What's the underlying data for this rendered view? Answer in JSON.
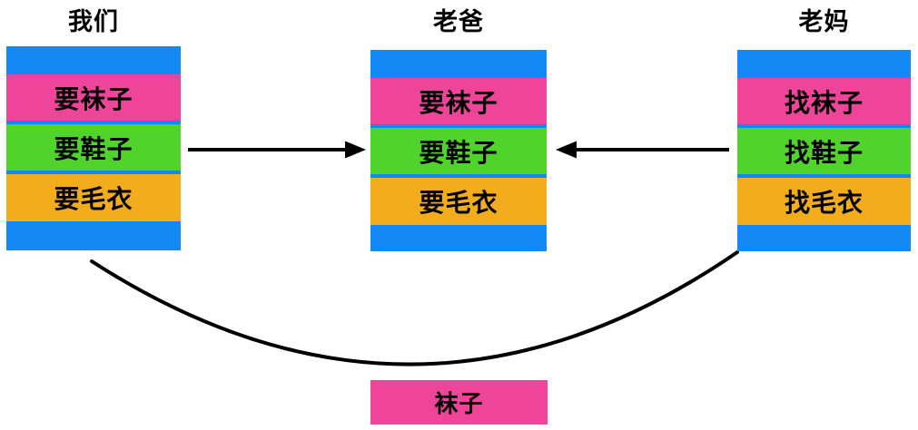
{
  "diagram": {
    "stacks": [
      {
        "id": "we",
        "title": "我们",
        "rows": [
          {
            "label": "要袜子",
            "color": "#EE4499"
          },
          {
            "label": "要鞋子",
            "color": "#50D32B"
          },
          {
            "label": "要毛衣",
            "color": "#F2AC1C"
          }
        ]
      },
      {
        "id": "dad",
        "title": "老爸",
        "rows": [
          {
            "label": "要袜子",
            "color": "#EE4499"
          },
          {
            "label": "要鞋子",
            "color": "#50D32B"
          },
          {
            "label": "要毛衣",
            "color": "#F2AC1C"
          }
        ]
      },
      {
        "id": "mom",
        "title": "老妈",
        "rows": [
          {
            "label": "找袜子",
            "color": "#EE4499"
          },
          {
            "label": "找鞋子",
            "color": "#50D32B"
          },
          {
            "label": "找毛衣",
            "color": "#F2AC1C"
          }
        ]
      }
    ],
    "bottom_box": {
      "label": "袜子",
      "color": "#EE4499"
    },
    "connections": [
      {
        "from": "我们",
        "to": "老爸",
        "type": "straight-arrow",
        "direction": "right"
      },
      {
        "from": "老妈",
        "to": "老爸",
        "type": "straight-arrow",
        "direction": "left"
      },
      {
        "from": "我们",
        "to": "老妈",
        "type": "curved-line",
        "direction": "none"
      }
    ],
    "palette": {
      "box_background_blue": "#1289F5",
      "row_pink": "#EE4499",
      "row_green": "#50D32B",
      "row_orange": "#F2AC1C",
      "connector_black": "#000000",
      "text_black": "#000000",
      "page_background": "#FFFFFF"
    }
  }
}
